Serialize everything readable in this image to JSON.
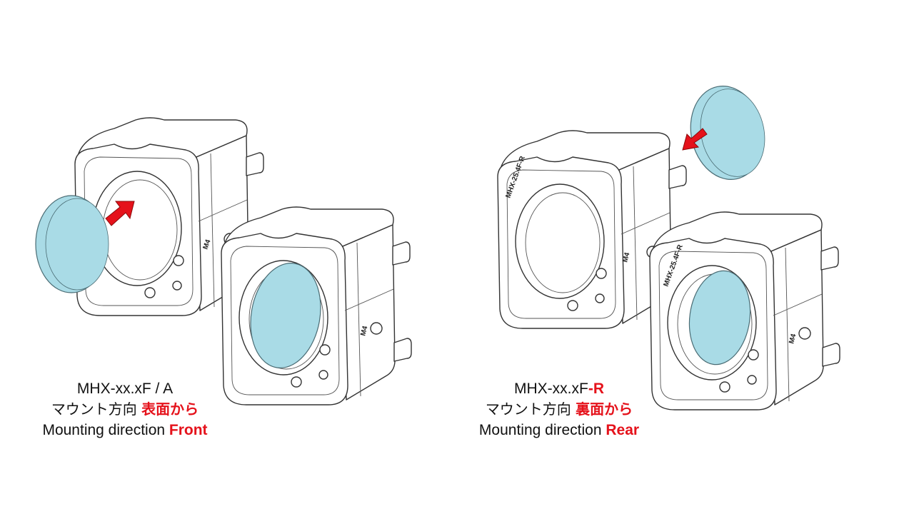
{
  "left": {
    "model": "MHX-xx.xF  / A",
    "jp_prefix": "マウント方向 ",
    "jp_direction": "表面から",
    "en_prefix": "Mounting direction ",
    "en_direction": "Front",
    "engraving": "M4"
  },
  "right": {
    "model_prefix": "MHX-xx.xF",
    "model_suffix": "-R",
    "jp_prefix": "マウント方向 ",
    "jp_direction": "裏面から",
    "en_prefix": "Mounting direction ",
    "en_direction": "Rear",
    "engraving": "M4",
    "engraving_model": "MHX-25.4F-R"
  },
  "colors": {
    "lens": "#a9dbe6",
    "arrow": "#e5121b",
    "highlight_text": "#e5121b"
  }
}
